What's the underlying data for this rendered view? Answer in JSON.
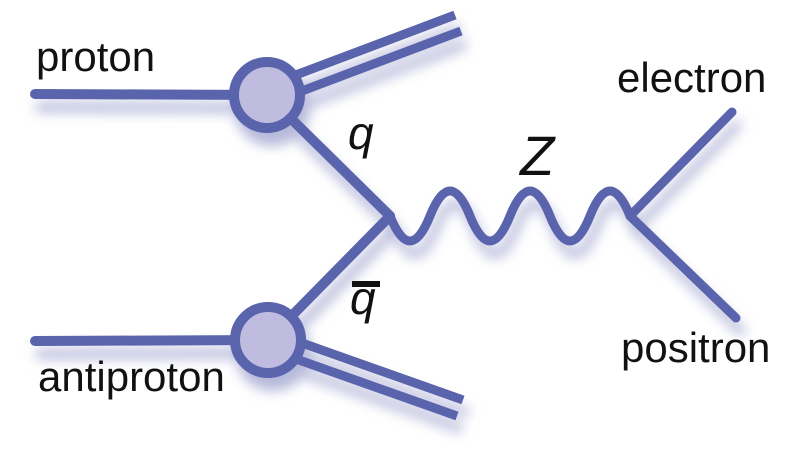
{
  "labels": {
    "proton": "proton",
    "antiproton": "antiproton",
    "electron": "electron",
    "positron": "positron",
    "quark": "q",
    "antiquark": "q",
    "boson": "Z"
  },
  "colors": {
    "line": "#5a64ac",
    "vertex_fill": "#bfbce0",
    "shadow": "#b9bcdf",
    "text": "#111111",
    "background": "#ffffff"
  }
}
